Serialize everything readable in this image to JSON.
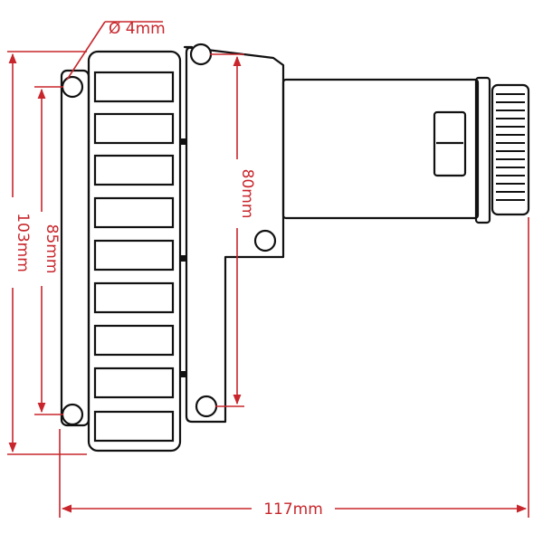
{
  "colors": {
    "outline": "#111111",
    "dimension": "#c8262c",
    "background": "#ffffff"
  },
  "dimensions": {
    "hole_diameter": "4mm",
    "overall_height": "103mm",
    "hole_spacing_left": "85mm",
    "hole_spacing_right": "80mm",
    "overall_width": "117mm"
  },
  "diameter_symbol": "Ø"
}
